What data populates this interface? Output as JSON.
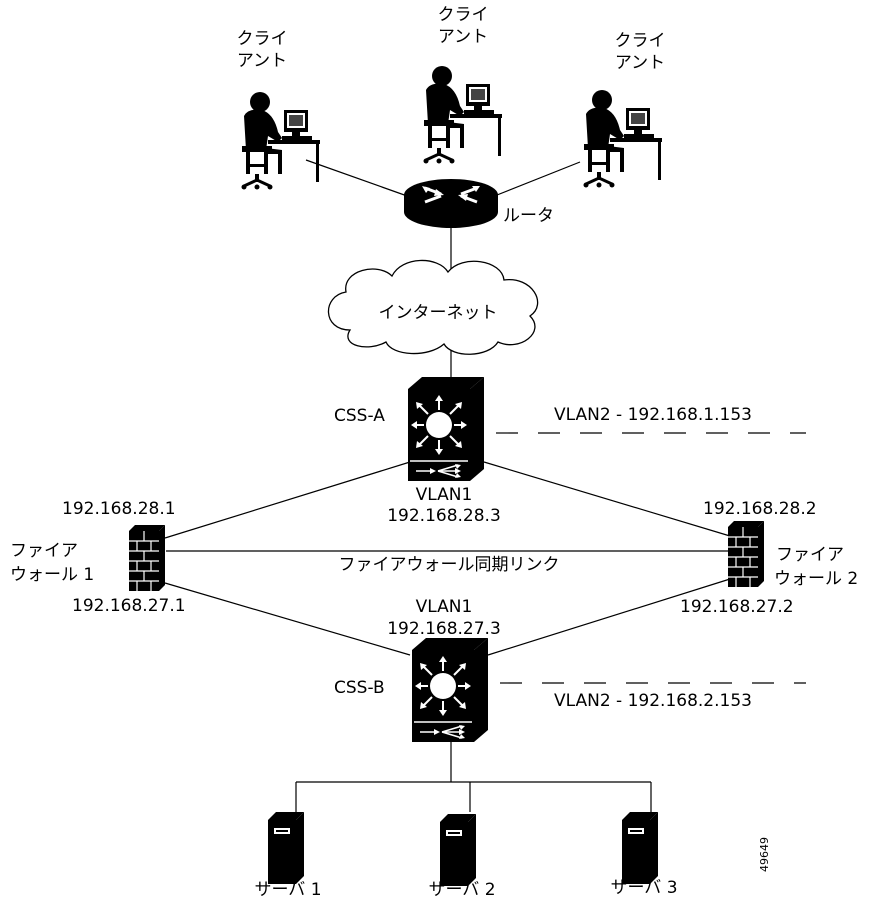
{
  "clients": [
    {
      "line1": "クライ",
      "line2": "アント"
    },
    {
      "line1": "クライ",
      "line2": "アント"
    },
    {
      "line1": "クライ",
      "line2": "アント"
    }
  ],
  "router": {
    "label": "ルータ"
  },
  "internet": {
    "label": "インターネット"
  },
  "css_a": {
    "label": "CSS-A",
    "vlan2": "VLAN2 - 192.168.1.153",
    "vlan1": "VLAN1",
    "vlan1_ip": "192.168.28.3"
  },
  "firewall1": {
    "line1": "ファイア",
    "line2": "ウォール 1",
    "ip_top": "192.168.28.1",
    "ip_bottom": "192.168.27.1"
  },
  "firewall2": {
    "line1": "ファイア",
    "line2": "ウォール 2",
    "ip_top": "192.168.28.2",
    "ip_bottom": "192.168.27.2"
  },
  "sync_link": {
    "label": "ファイアウォール同期リンク"
  },
  "css_b": {
    "label": "CSS-B",
    "vlan2": "VLAN2 - 192.168.2.153",
    "vlan1": "VLAN1",
    "vlan1_ip": "192.168.27.3"
  },
  "servers": [
    {
      "label": "サーバ 1"
    },
    {
      "label": "サーバ 2"
    },
    {
      "label": "サーバ 3"
    }
  ],
  "figure_id": "49649"
}
